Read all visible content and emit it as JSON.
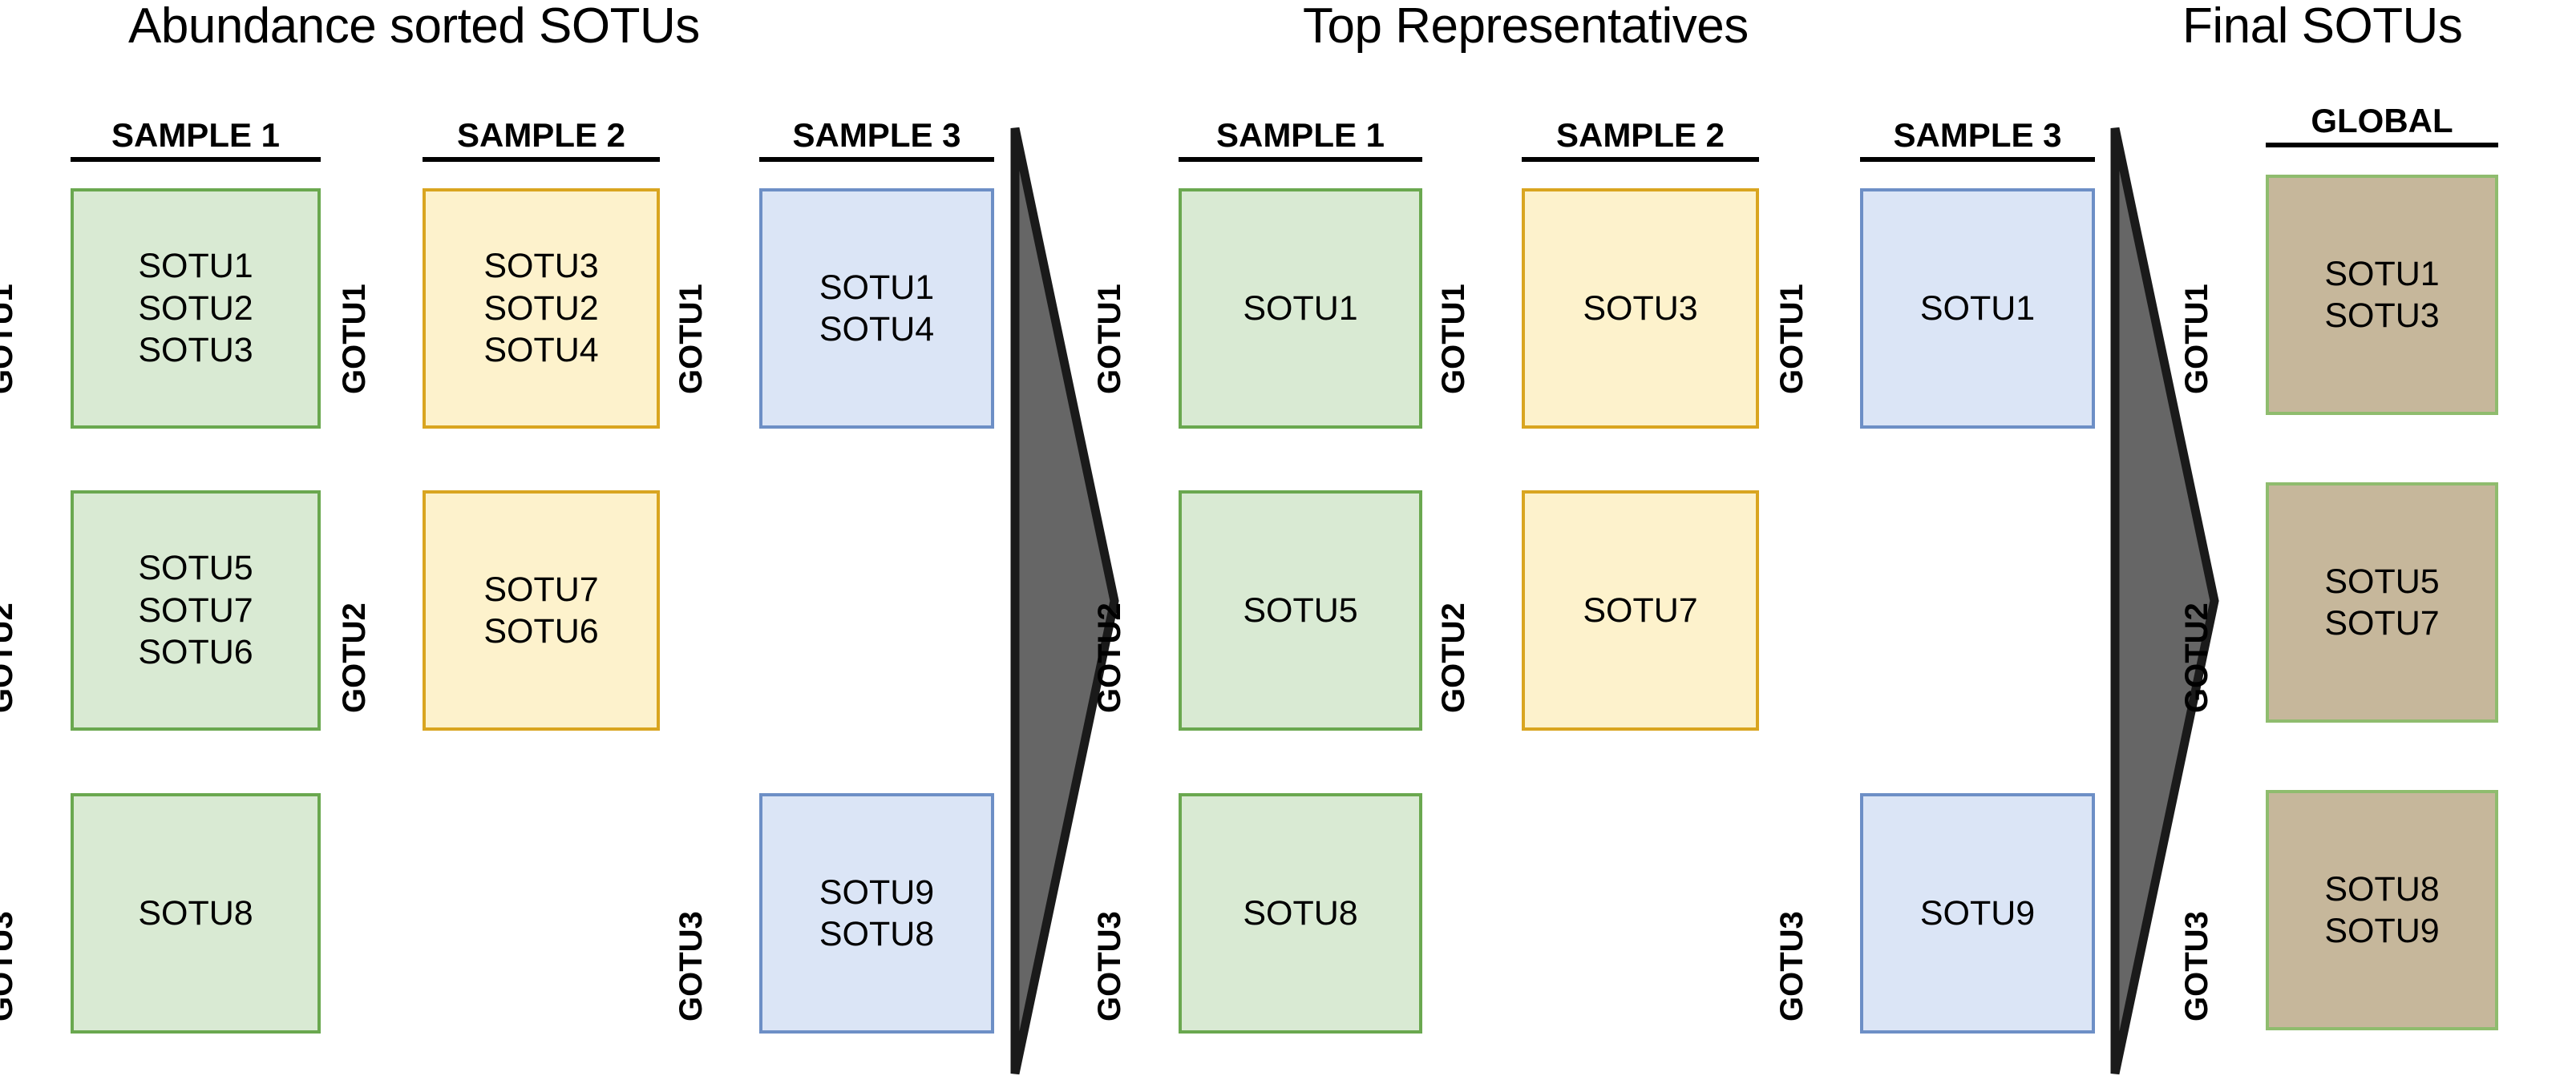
{
  "sections": [
    {
      "id": "abundance",
      "title": "Abundance sorted SOTUs"
    },
    {
      "id": "top-reps",
      "title": "Top Representatives"
    },
    {
      "id": "final",
      "title": "Final SOTUs"
    }
  ],
  "row_labels": [
    "GOTU1",
    "GOTU2",
    "GOTU3"
  ],
  "columns": [
    {
      "id": "abundance-sample-1",
      "header": "SAMPLE 1",
      "style": "box-green",
      "cells": [
        {
          "row": "GOTU1",
          "items": [
            "SOTU1",
            "SOTU2",
            "SOTU3"
          ]
        },
        {
          "row": "GOTU2",
          "items": [
            "SOTU5",
            "SOTU7",
            "SOTU6"
          ]
        },
        {
          "row": "GOTU3",
          "items": [
            "SOTU8"
          ]
        }
      ]
    },
    {
      "id": "abundance-sample-2",
      "header": "SAMPLE 2",
      "style": "box-yellow",
      "cells": [
        {
          "row": "GOTU1",
          "items": [
            "SOTU3",
            "SOTU2",
            "SOTU4"
          ]
        },
        {
          "row": "GOTU2",
          "items": [
            "SOTU7",
            "SOTU6"
          ]
        },
        {
          "row": "GOTU3",
          "items": []
        }
      ]
    },
    {
      "id": "abundance-sample-3",
      "header": "SAMPLE 3",
      "style": "box-blue",
      "cells": [
        {
          "row": "GOTU1",
          "items": [
            "SOTU1",
            "SOTU4"
          ]
        },
        {
          "row": "GOTU2",
          "items": []
        },
        {
          "row": "GOTU3",
          "items": [
            "SOTU9",
            "SOTU8"
          ]
        }
      ]
    },
    {
      "id": "topreps-sample-1",
      "header": "SAMPLE 1",
      "style": "box-green",
      "cells": [
        {
          "row": "GOTU1",
          "items": [
            "SOTU1"
          ]
        },
        {
          "row": "GOTU2",
          "items": [
            "SOTU5"
          ]
        },
        {
          "row": "GOTU3",
          "items": [
            "SOTU8"
          ]
        }
      ]
    },
    {
      "id": "topreps-sample-2",
      "header": "SAMPLE 2",
      "style": "box-yellow",
      "cells": [
        {
          "row": "GOTU1",
          "items": [
            "SOTU3"
          ]
        },
        {
          "row": "GOTU2",
          "items": [
            "SOTU7"
          ]
        },
        {
          "row": "GOTU3",
          "items": []
        }
      ]
    },
    {
      "id": "topreps-sample-3",
      "header": "SAMPLE 3",
      "style": "box-blue",
      "cells": [
        {
          "row": "GOTU1",
          "items": [
            "SOTU1"
          ]
        },
        {
          "row": "GOTU2",
          "items": []
        },
        {
          "row": "GOTU3",
          "items": [
            "SOTU9"
          ]
        }
      ]
    },
    {
      "id": "final-global",
      "header": "GLOBAL",
      "style": "box-tan",
      "cells": [
        {
          "row": "GOTU1",
          "items": [
            "SOTU1",
            "SOTU3"
          ]
        },
        {
          "row": "GOTU2",
          "items": [
            "SOTU5",
            "SOTU7"
          ]
        },
        {
          "row": "GOTU3",
          "items": [
            "SOTU8",
            "SOTU9"
          ]
        }
      ]
    }
  ],
  "arrows": [
    {
      "id": "arrow-1",
      "label": "right-arrow-icon"
    },
    {
      "id": "arrow-2",
      "label": "right-arrow-icon"
    }
  ],
  "colors": {
    "green_fill": "#d9ead3",
    "green_border": "#6aa84f",
    "yellow_fill": "#fdf2cc",
    "yellow_border": "#d9a520",
    "blue_fill": "#dbe5f6",
    "blue_border": "#6d8fc6",
    "tan_fill": "#c6b79b",
    "tan_border": "#8fbc6e",
    "arrow_fill": "#666666",
    "arrow_stroke": "#1a1a1a",
    "text": "#000000"
  }
}
